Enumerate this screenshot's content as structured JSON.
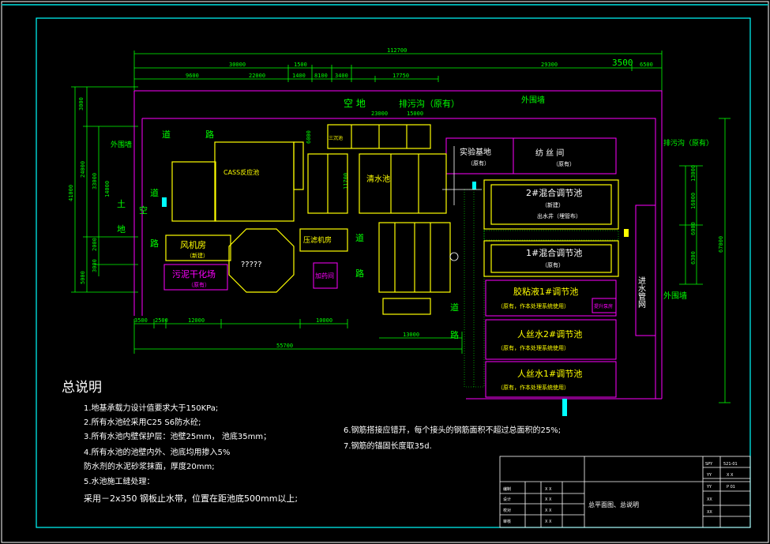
{
  "dims": {
    "total": "112700",
    "top_segs": [
      "30000",
      "1500",
      "9600",
      "22000",
      "1400",
      "8100",
      "3400",
      "17750"
    ],
    "right_top_a": "29300",
    "right_top_big": "3500",
    "right_top_b": "6500",
    "left_vert": [
      "3000",
      "41000",
      "24000",
      "33000",
      "14000",
      "2000",
      "3000",
      "5000"
    ],
    "right_vert": [
      "13000",
      "16000",
      "6000",
      "6300",
      "67000"
    ],
    "bottom_left": [
      "3500",
      "2500",
      "12000"
    ],
    "bottom_mid": "10000",
    "bottom_right": "13000",
    "bottom_total": "55700",
    "mid_vert": "11700",
    "misc": [
      "23000",
      "15000",
      "6000"
    ]
  },
  "labels": {
    "kongdi": "空    地",
    "paiwugou_top": "排污沟（原有）",
    "waiweiqiang_top": "外围墙",
    "waiweiqiang_left": "外围墙",
    "waiweiqiang_right": "外围墙",
    "paiwugou_right": "排污沟（原有）",
    "road_top": "道",
    "road_top2": "路",
    "road_left": "道",
    "road_left2": "路",
    "road_mid": "道",
    "road_mid2": "路",
    "road_bottom": "道",
    "road_bottom2": "路",
    "tudi": "土",
    "kongdi2": "空",
    "di": "地",
    "cass": "CASS反应池",
    "fengjifang": "风机房",
    "fengjifang_sub": "（新建）",
    "wuni": "污泥干化场",
    "wuni_sub": "（原有）",
    "octagon": "?????",
    "yalvjifang": "压滤机房",
    "jiayaofang": "加药间",
    "qingshuichi": "清水池",
    "lab": "实验基地",
    "lab_sub": "（原有）",
    "fangsi": "纺    丝    间",
    "fangsi_sub": "（原有）",
    "hunhe2": "2#混合调节池",
    "hunhe2_sub": "（新建）",
    "pipe_note": "出水井（埋管布）",
    "hunhe1": "1#混合调节池",
    "hunhe1_sub": "（原有）",
    "jinshui": "进水管网",
    "jiaonian1": "胶粘液1#调节池",
    "jiaonian1_sub": "（原有，作本处理系统使用）",
    "rensi2": "人丝水2#调节池",
    "rensi2_sub": "（原有，作本处理系统使用）",
    "rensi1": "人丝水1#调节池",
    "rensi1_sub": "（原有，作本处理系统使用）",
    "pump": "提升泵房",
    "sanding": "三沉池"
  },
  "notes": {
    "title": "总说明",
    "lines": [
      "1.地基承载力设计值要求大于150KPa;",
      "2.所有水池砼采用C25  S6防水砼;",
      "3.所有水池内壁保护层：池壁25mm，        池底35mm；",
      "4.所有水池的池壁内外、池底均用掺入5%",
      "   防水剂的水泥砂浆抹面，厚度20mm;",
      "5.水池施工缝处理：",
      "   采用－2x350  钢板止水带，位置在距池底500mm以上;"
    ],
    "lines_right": [
      "6.钢筋搭接应错开，每个接头的钢筋面积不超过总面积的25%;",
      "7.钢筋的锚固长度取35d."
    ]
  },
  "title_block": {
    "drawing_name": "总平面图、总说明",
    "rows_left": [
      "编制",
      "设计",
      "校对",
      "审核"
    ],
    "rows_left_vals": [
      "X X",
      "X X",
      "X X",
      "X X"
    ],
    "right_top": [
      "SPY",
      "521-01"
    ],
    "right_rows": [
      [
        "YY",
        "X X"
      ],
      [
        "YY",
        "P 01"
      ],
      [
        "XX",
        ""
      ],
      [
        "XX",
        ""
      ]
    ]
  },
  "colors": {
    "frame": "#00ffff",
    "wall": "#ff00ff",
    "tank": "#ffff00",
    "green": "#00ff00",
    "white": "#ffffff",
    "dim": "#00ff00",
    "cyan": "#00ffff"
  }
}
